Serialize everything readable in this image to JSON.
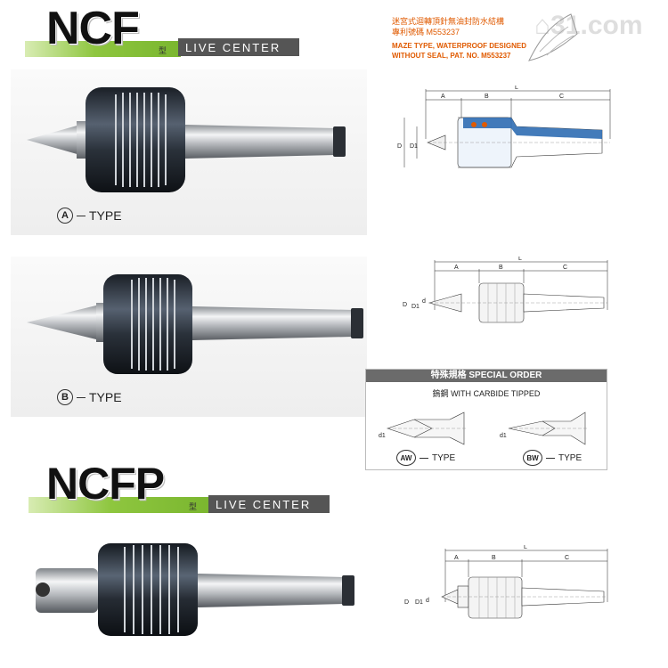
{
  "ncf": {
    "title": "NCF",
    "xing": "型",
    "subtitle": "LIVE CENTER"
  },
  "ncfp": {
    "title": "NCFP",
    "xing": "型",
    "subtitle": "LIVE CENTER"
  },
  "patent": {
    "line1": "迷宮式迴轉頂針無油封防水結構",
    "line2": "專利號碼 M553237",
    "line3": "MAZE TYPE, WATERPROOF DESIGNED",
    "line4": "WITHOUT SEAL, PAT. NO. M553237"
  },
  "type_a": {
    "letter": "A",
    "text": "TYPE"
  },
  "type_b": {
    "letter": "B",
    "text": "TYPE"
  },
  "type_aw": {
    "letter": "AW",
    "text": "TYPE"
  },
  "type_bw": {
    "letter": "BW",
    "text": "TYPE"
  },
  "special": {
    "header": "特殊規格 SPECIAL ORDER",
    "sub": "鎢鋼 WITH CARBIDE TIPPED"
  },
  "dims": {
    "L": "L",
    "A": "A",
    "B": "B",
    "C": "C",
    "D": "D",
    "D1": "D1",
    "d": "d",
    "d1": "d1"
  },
  "colors": {
    "green": "#8ec63f",
    "gray_bar": "#555555",
    "accent": "#e05a00"
  }
}
